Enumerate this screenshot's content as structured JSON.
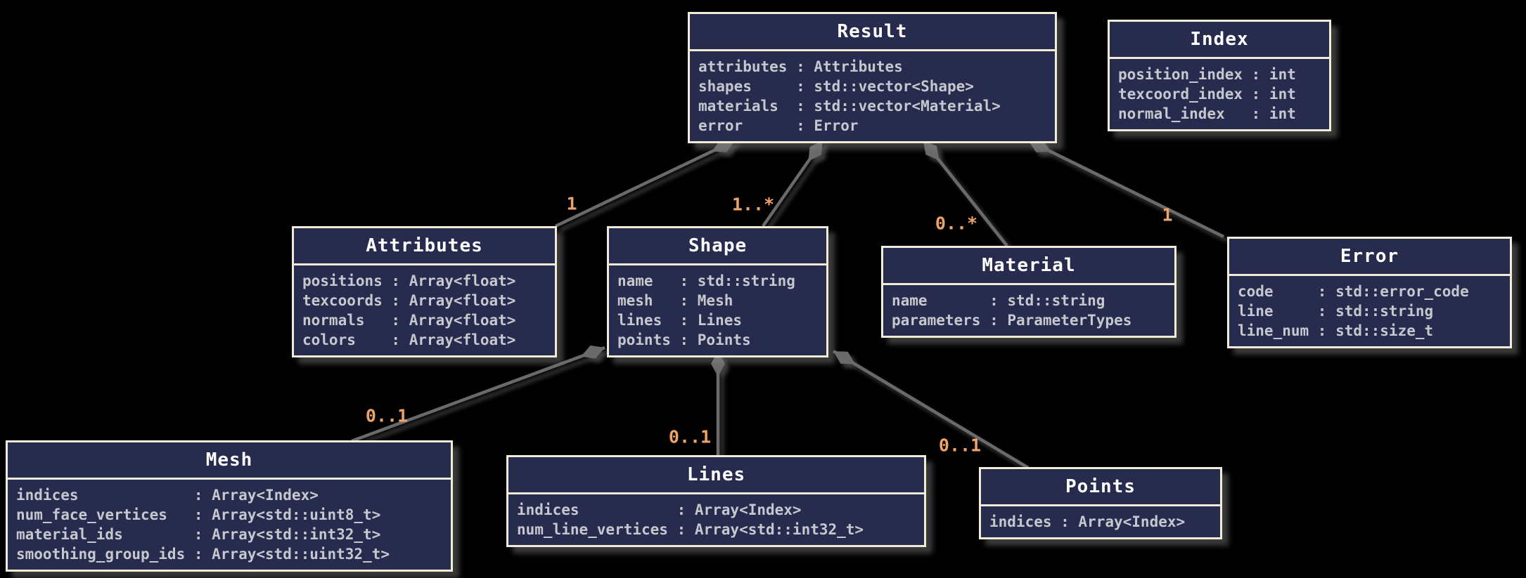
{
  "diagram": {
    "kind": "uml-class-diagram",
    "background": "#000000",
    "colors": {
      "box_fill": "#272b4d",
      "box_border": "#f0ecd7",
      "title_text": "#ffffff",
      "row_text": "#c7c7ce",
      "edge_line": "#6b6b6b",
      "multiplicity_text": "#f0a368"
    },
    "classes": {
      "result": {
        "title": "Result",
        "rows": [
          "attributes : Attributes",
          "shapes     : std::vector<Shape>",
          "materials  : std::vector<Material>",
          "error      : Error"
        ]
      },
      "index": {
        "title": "Index",
        "rows": [
          "position_index : int",
          "texcoord_index : int",
          "normal_index   : int"
        ]
      },
      "attributes": {
        "title": "Attributes",
        "rows": [
          "positions : Array<float>",
          "texcoords : Array<float>",
          "normals   : Array<float>",
          "colors    : Array<float>"
        ]
      },
      "shape": {
        "title": "Shape",
        "rows": [
          "name   : std::string",
          "mesh   : Mesh",
          "lines  : Lines",
          "points : Points"
        ]
      },
      "material": {
        "title": "Material",
        "rows": [
          "name       : std::string",
          "parameters : ParameterTypes"
        ]
      },
      "error": {
        "title": "Error",
        "rows": [
          "code     : std::error_code",
          "line     : std::string",
          "line_num : std::size_t"
        ]
      },
      "mesh": {
        "title": "Mesh",
        "rows": [
          "indices             : Array<Index>",
          "num_face_vertices   : Array<std::uint8_t>",
          "material_ids        : Array<std::int32_t>",
          "smoothing_group_ids : Array<std::uint32_t>"
        ]
      },
      "lines": {
        "title": "Lines",
        "rows": [
          "indices           : Array<Index>",
          "num_line_vertices : Array<std::int32_t>"
        ]
      },
      "points": {
        "title": "Points",
        "rows": [
          "indices : Array<Index>"
        ]
      }
    },
    "edges": {
      "result_attributes": {
        "from": "Result",
        "to": "Attributes",
        "multiplicity": "1"
      },
      "result_shape": {
        "from": "Result",
        "to": "Shape",
        "multiplicity": "1..*"
      },
      "result_material": {
        "from": "Result",
        "to": "Material",
        "multiplicity": "0..*"
      },
      "result_error": {
        "from": "Result",
        "to": "Error",
        "multiplicity": "1"
      },
      "shape_mesh": {
        "from": "Shape",
        "to": "Mesh",
        "multiplicity": "0..1"
      },
      "shape_lines": {
        "from": "Shape",
        "to": "Lines",
        "multiplicity": "0..1"
      },
      "shape_points": {
        "from": "Shape",
        "to": "Points",
        "multiplicity": "0..1"
      }
    }
  }
}
